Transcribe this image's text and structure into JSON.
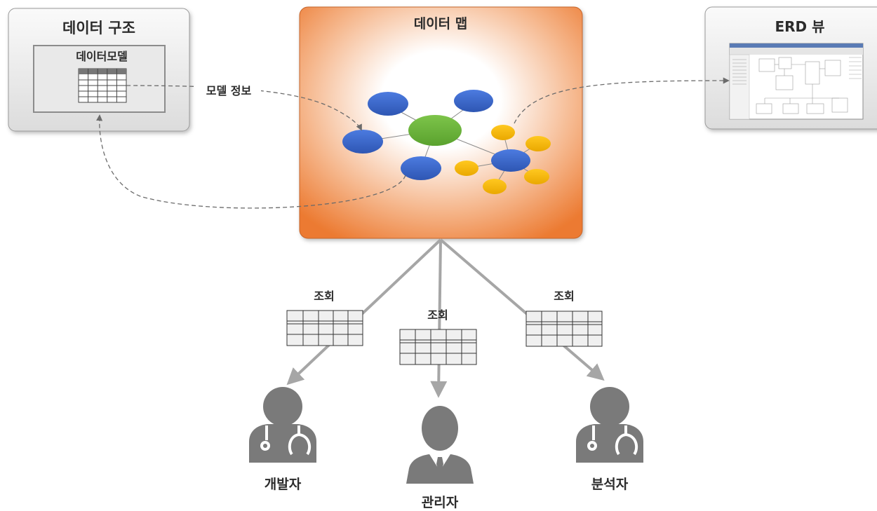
{
  "panels": {
    "data_structure": {
      "title": "데이터 구조",
      "inner_title": "데이터모델"
    },
    "data_map": {
      "title": "데이터 맵"
    },
    "erd_view": {
      "title": "ERD 뷰"
    }
  },
  "edges": {
    "model_info_label": "모델 정보"
  },
  "query_tables": [
    {
      "label": "조회"
    },
    {
      "label": "조회"
    },
    {
      "label": "조회"
    }
  ],
  "users": [
    {
      "label": "개발자",
      "icon": "doctor-icon"
    },
    {
      "label": "관리자",
      "icon": "businessman-icon"
    },
    {
      "label": "분석자",
      "icon": "doctor-icon"
    }
  ],
  "colors": {
    "map_center": "#ffffff",
    "map_edge": "#ee7d33",
    "node_blue": "#3a66c8",
    "node_green": "#6bb23a",
    "node_yellow": "#f7b500",
    "person": "#7a7a7a",
    "arrow": "#a6a6a6",
    "dashed": "#6b6b6b"
  }
}
